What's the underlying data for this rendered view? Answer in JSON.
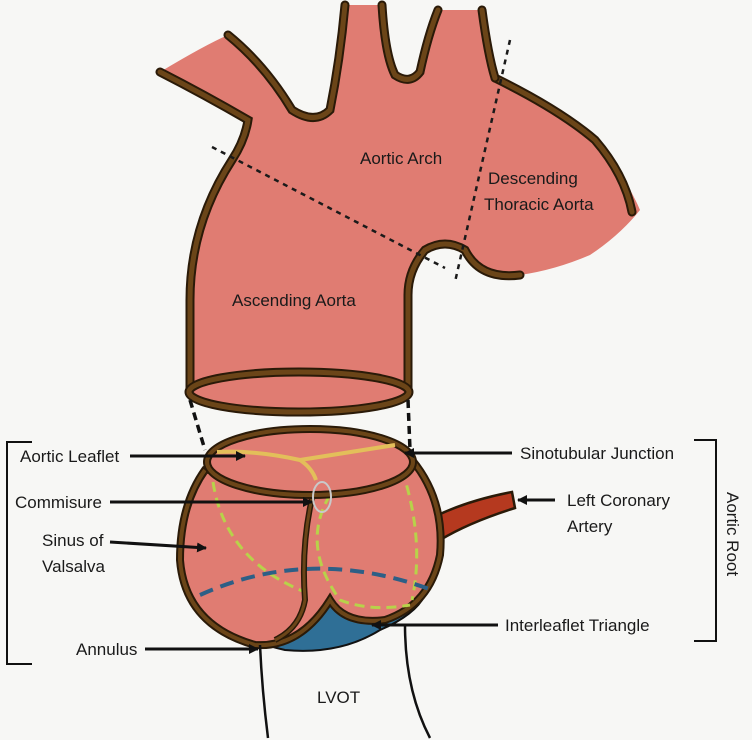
{
  "labels": {
    "aortic_arch": "Aortic Arch",
    "descending_1": "Descending",
    "descending_2": "Thoracic Aorta",
    "ascending": "Ascending Aorta",
    "aortic_leaflet": "Aortic Leaflet",
    "commisure": "Commisure",
    "sinus_1": "Sinus of",
    "sinus_2": "Valsalva",
    "annulus": "Annulus",
    "sinotubular": "Sinotubular Junction",
    "left_coronary_1": "Left Coronary",
    "left_coronary_2": "Artery",
    "interleaflet": "Interleaflet Triangle",
    "aortic_root": "Aortic Root",
    "lvot": "LVOT"
  },
  "colors": {
    "tissue": "#e07c72",
    "outline": "#6b4518",
    "coronary": "#b5391f",
    "lvot": "#2f6f96",
    "dashed_green": "#b8d24a",
    "dashed_blue": "#2d5f86",
    "leaflet_edge": "#e3bf5a"
  }
}
